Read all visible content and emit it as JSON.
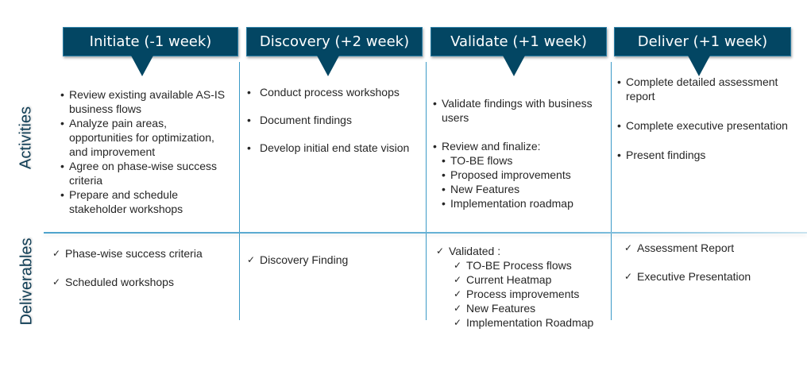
{
  "row_labels": {
    "activities": "Activities",
    "deliverables": "Deliverables"
  },
  "phases": [
    {
      "title": "Initiate (-1 week)",
      "activities": [
        {
          "text": "Review existing available AS-IS business flows"
        },
        {
          "text": "Analyze pain areas, opportunities for optimization, and improvement"
        },
        {
          "text": "Agree on phase-wise success criteria"
        },
        {
          "text": "Prepare and schedule stakeholder workshops"
        }
      ],
      "deliverables": [
        {
          "text": "Phase-wise success criteria"
        },
        {
          "text": "Scheduled workshops"
        }
      ]
    },
    {
      "title": "Discovery (+2 week)",
      "activities": [
        {
          "text": "Conduct process workshops"
        },
        {
          "text": "Document findings"
        },
        {
          "text": "Develop initial end state vision"
        }
      ],
      "deliverables": [
        {
          "text": "Discovery Finding"
        }
      ]
    },
    {
      "title": "Validate (+1 week)",
      "activities": [
        {
          "text": "Validate findings with business users"
        },
        {
          "text": "Review and finalize:"
        },
        {
          "text": "TO-BE flows",
          "sub": true
        },
        {
          "text": "Proposed improvements",
          "sub": true
        },
        {
          "text": "New Features",
          "sub": true
        },
        {
          "text": "Implementation roadmap",
          "sub": true
        }
      ],
      "deliverables": [
        {
          "text": "Validated :"
        },
        {
          "text": "TO-BE Process flows",
          "sub": true
        },
        {
          "text": "Current Heatmap",
          "sub": true
        },
        {
          "text": "Process improvements",
          "sub": true
        },
        {
          "text": "New Features",
          "sub": true
        },
        {
          "text": "Implementation Roadmap",
          "sub": true
        }
      ]
    },
    {
      "title": "Deliver (+1 week)",
      "activities": [
        {
          "text": "Complete detailed assessment report"
        },
        {
          "text": "Complete executive presentation"
        },
        {
          "text": "Present findings"
        }
      ],
      "deliverables": [
        {
          "text": "Assessment Report"
        },
        {
          "text": "Executive Presentation"
        }
      ]
    }
  ],
  "glyphs": {
    "bullet": "•",
    "check": "✓"
  },
  "colors": {
    "header_bg": "#034663",
    "grid_line": "#3b9ac7",
    "row_label": "#0f3d55"
  }
}
